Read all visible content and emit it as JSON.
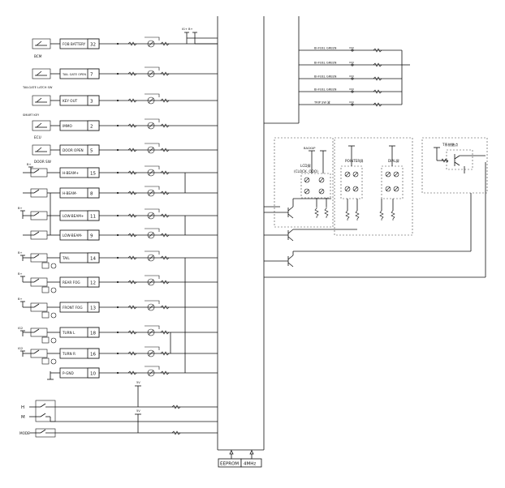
{
  "left_inputs": [
    {
      "label": "FOB BATTERY",
      "pin": "32",
      "device": "BCM"
    },
    {
      "label": "TAIL GATE OPEN",
      "pin": "7",
      "device": "TAILGATE LATCH SW"
    },
    {
      "label": "KEY OUT",
      "pin": "3",
      "device": "SMART KEY"
    },
    {
      "label": "IMMO",
      "pin": "2",
      "device": "ECU"
    },
    {
      "label": "DOOR OPEN",
      "pin": "5",
      "device": "DOOR SW"
    },
    {
      "label": "H-BEAM+",
      "pin": "15",
      "device": ""
    },
    {
      "label": "H-BEAM-",
      "pin": "8",
      "device": ""
    },
    {
      "label": "LOW-BEAM+",
      "pin": "11",
      "device": ""
    },
    {
      "label": "LOW-BEAM-",
      "pin": "9",
      "device": ""
    },
    {
      "label": "TAIL",
      "pin": "14",
      "device": ""
    },
    {
      "label": "REAR FOG",
      "pin": "12",
      "device": ""
    },
    {
      "label": "FRONT FOG",
      "pin": "13",
      "device": ""
    },
    {
      "label": "TURN L",
      "pin": "18",
      "device": ""
    },
    {
      "label": "TURN R",
      "pin": "16",
      "device": ""
    },
    {
      "label": "P-GND",
      "pin": "10",
      "device": ""
    }
  ],
  "supply_labels": {
    "ig_b": "IG+ B+",
    "b_plus": "B+",
    "ig2": "IG2"
  },
  "bottom_switches": {
    "h": "H",
    "m": "M",
    "mode": "MODE",
    "v5": "5V"
  },
  "chips": {
    "eeprom": "EEPROM",
    "clock": "4MHz"
  },
  "right_outputs": [
    {
      "label": "BI-FUEL GREEN"
    },
    {
      "label": "BI-FUEL GREEN"
    },
    {
      "label": "BI-FUEL GREEN"
    },
    {
      "label": "BI-FUEL GREEN"
    },
    {
      "label": "TRIP SW"
    }
  ],
  "trip_suffix": "波",
  "blocks": {
    "lcd_title": "LCD屏",
    "lcd_sub": "(CLOCK, ODO)",
    "lcd_supply": "BACKUP",
    "pointer_title": "POINTER屏",
    "dial_title": "DIAL屏",
    "right_title": "T系统触点"
  }
}
